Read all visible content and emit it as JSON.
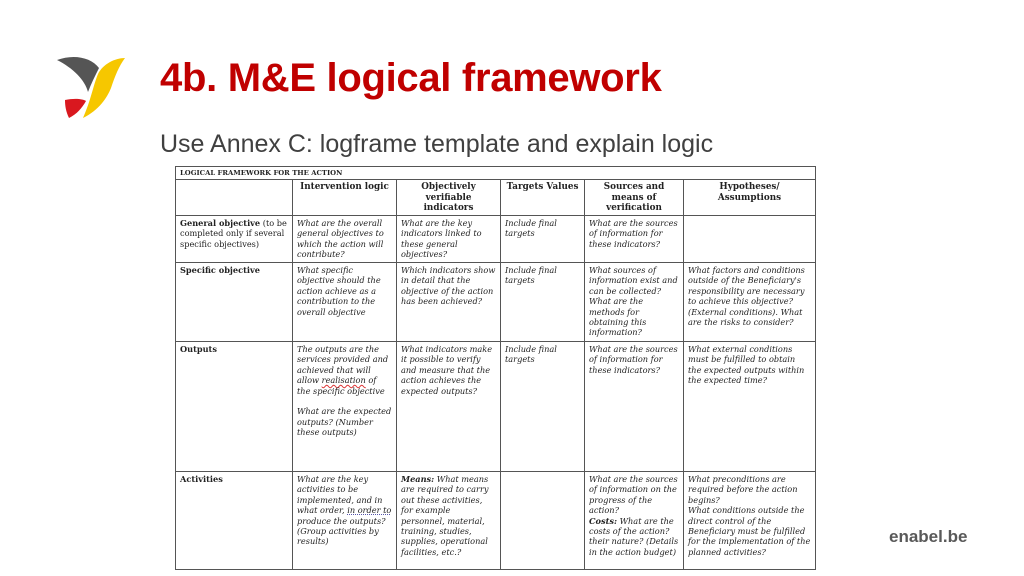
{
  "slide": {
    "title": "4b. M&E logical framework",
    "subtitle": "Use Annex C: logframe template and explain logic",
    "brand": "enabel.be",
    "logo_icon": "enabel-bird-logo",
    "colors": {
      "title": "#c00000",
      "subtitle": "#404040",
      "brand": "#595959",
      "logo_gray": "#555555",
      "logo_yellow": "#f6c700",
      "logo_red": "#d9181f"
    }
  },
  "table": {
    "caption": "LOGICAL FRAMEWORK FOR THE ACTION",
    "headers": [
      "",
      "Intervention logic",
      "Objectively verifiable indicators",
      "Targets Values",
      "Sources and means of verification",
      "Hypotheses/ Assumptions"
    ],
    "rows": [
      {
        "label": "General objective",
        "label_note": " (to be completed only if several specific objectives)",
        "intervention_logic": "What are the overall general objectives to which the action will contribute?",
        "indicators": "What are the key indicators linked to these general objectives?",
        "targets": "Include final targets",
        "sources": "What are the sources of information for these indicators?",
        "assumptions": ""
      },
      {
        "label": "Specific objective",
        "label_note": "",
        "intervention_logic": "What specific objective should the action achieve as a contribution to the overall objective",
        "indicators": "Which indicators show in detail that the objective of the action has been achieved?",
        "targets": "Include final targets",
        "sources": "What sources of information exist and can be collected? What are the methods for obtaining this information?",
        "assumptions": "What factors and conditions outside of the Beneficiary's responsibility are necessary to achieve this objective? (External conditions). What are the risks to consider?"
      },
      {
        "label": "Outputs",
        "label_note": "",
        "intervention_logic_a": "The outputs are the services provided and achieved that will allow ",
        "intervention_logic_b": "realisation",
        "intervention_logic_c": " of the specific objective",
        "intervention_logic_d": "What are the expected outputs? (Number these outputs)",
        "indicators": "What indicators make it possible to verify and measure that the action achieves the expected outputs?",
        "targets": "Include final targets",
        "sources": "What are the sources of information for these indicators?",
        "assumptions": "What external conditions must be fulfilled to obtain the expected outputs within the expected time?"
      },
      {
        "label": "Activities",
        "label_note": "",
        "intervention_logic_a": "What are the key activities to be implemented, and in what order, ",
        "intervention_logic_b": "in order to",
        "intervention_logic_c": " produce the outputs? (Group activities by results)",
        "indicators_bold": "Means:",
        "indicators": " What means are required to carry out these activities, for example personnel, material, training, studies, supplies, operational facilities, etc.?",
        "targets": "",
        "sources_a": "What are the sources of information on the progress of the action?",
        "sources_bold": "Costs:",
        "sources_b": " What are the costs of the action? their nature? (Details in the action budget)",
        "assumptions_a": "What preconditions are required before the action begins?",
        "assumptions_b": "What conditions outside the direct control of the Beneficiary must be fulfilled for the implementation of the planned activities?"
      }
    ]
  }
}
